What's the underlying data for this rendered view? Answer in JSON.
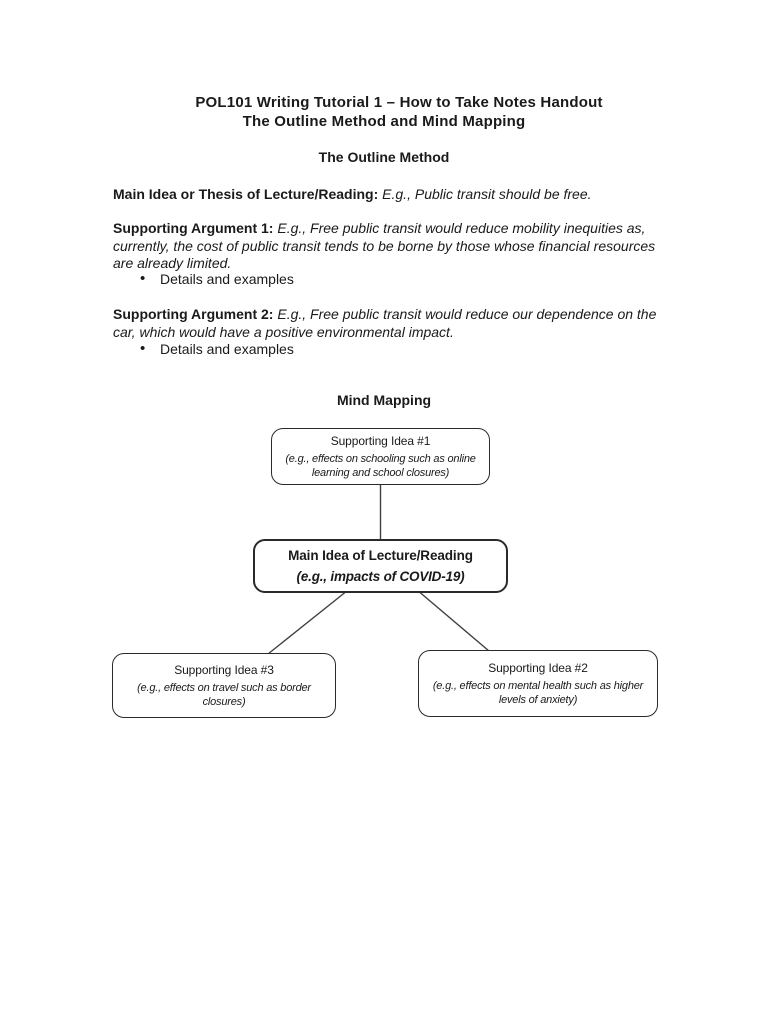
{
  "colors": {
    "page-bg": "#ffffff",
    "text": "#1a1a1a",
    "box-border": "#2a2a2a",
    "connector": "#404040"
  },
  "header": {
    "title_line1": "POL101 Writing Tutorial 1 – How to Take Notes Handout",
    "title_line2": "The Outline Method and Mind Mapping"
  },
  "outline": {
    "heading": "The Outline Method",
    "main_idea_label": "Main Idea or Thesis of Lecture/Reading:",
    "main_idea_example": "E.g., Public transit should be free.",
    "argument1_label": "Supporting Argument 1:",
    "argument1_example": "E.g., Free public transit would reduce mobility inequities as, currently, the cost of public transit tends to be borne by those whose financial resources are already limited.",
    "argument1_bullet": "Details and examples",
    "argument2_label": "Supporting Argument 2:",
    "argument2_example": "E.g., Free public transit would reduce our dependence on the car, which would have a positive environmental impact.",
    "argument2_bullet": "Details and examples"
  },
  "mindmap": {
    "heading": "Mind Mapping",
    "top_box": {
      "title": "Supporting Idea #1",
      "subtitle": "(e.g., effects on schooling such as online learning and school closures)"
    },
    "center_box": {
      "title": "Main Idea of Lecture/Reading",
      "subtitle": "(e.g., impacts of COVID-19)"
    },
    "left_box": {
      "title": "Supporting Idea #3",
      "subtitle": "(e.g., effects on travel such as border closures)"
    },
    "right_box": {
      "title": "Supporting Idea #2",
      "subtitle": "(e.g., effects on mental health such as higher levels of anxiety)"
    }
  }
}
